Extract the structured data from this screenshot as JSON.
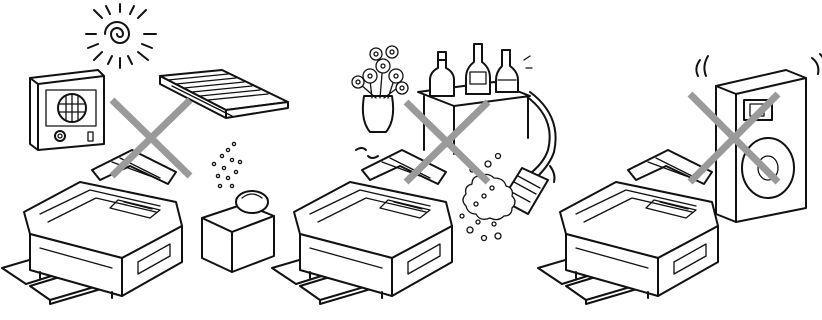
{
  "figure": {
    "panels": [
      {
        "id": "panel-heat-moisture",
        "hazards": [
          "space-heater-icon",
          "sun-icon",
          "air-conditioner-icon",
          "humidifier-icon"
        ],
        "crossed_out": true
      },
      {
        "id": "panel-chemicals-dust",
        "hazards": [
          "flower-vase-icon",
          "chemical-bottles-icon",
          "duster-brush-icon"
        ],
        "crossed_out": true
      },
      {
        "id": "panel-vibration",
        "hazards": [
          "loudspeaker-icon"
        ],
        "crossed_out": true
      }
    ],
    "colors": {
      "line": "#111111",
      "cross": "#9a9a9a",
      "background": "#ffffff"
    }
  }
}
